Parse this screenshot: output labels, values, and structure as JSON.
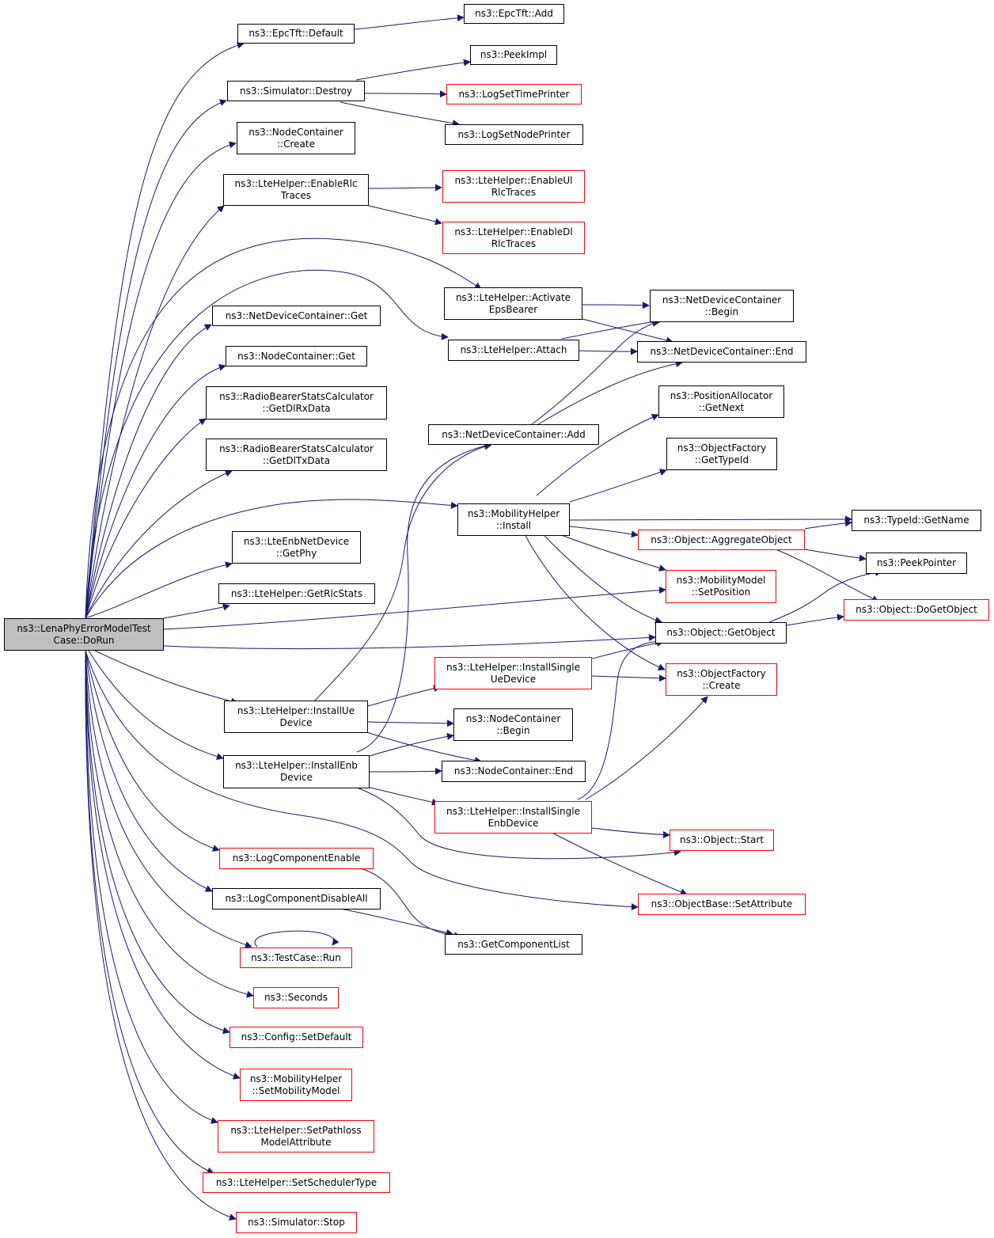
{
  "colors": {
    "edge": "#191970",
    "node_border": "#000000",
    "incomplete_border": "#ff0000",
    "root_fill": "#bfbfbf"
  },
  "nodes": {
    "root": {
      "lines": [
        "ns3::LenaPhyErrorModelTest",
        "Case::DoRun"
      ]
    },
    "epctft_default": {
      "lines": [
        "ns3::EpcTft::Default"
      ]
    },
    "epctft_add": {
      "lines": [
        "ns3::EpcTft::Add"
      ]
    },
    "simulator_destroy": {
      "lines": [
        "ns3::Simulator::Destroy"
      ]
    },
    "peekimpl": {
      "lines": [
        "ns3::PeekImpl"
      ]
    },
    "logsettimeprinter": {
      "lines": [
        "ns3::LogSetTimePrinter"
      ]
    },
    "logsetnodeprinter": {
      "lines": [
        "ns3::LogSetNodePrinter"
      ]
    },
    "nodecontainer_create": {
      "lines": [
        "ns3::NodeContainer",
        "::Create"
      ]
    },
    "ltehelper_enablerlctraces": {
      "lines": [
        "ns3::LteHelper::EnableRlc",
        "Traces"
      ]
    },
    "ltehelper_enableulrlctraces": {
      "lines": [
        "ns3::LteHelper::EnableUl",
        "RlcTraces"
      ]
    },
    "ltehelper_enabledlrlctraces": {
      "lines": [
        "ns3::LteHelper::EnableDl",
        "RlcTraces"
      ]
    },
    "ltehelper_activateepsbearer": {
      "lines": [
        "ns3::LteHelper::Activate",
        "EpsBearer"
      ]
    },
    "netdevicecontainer_begin": {
      "lines": [
        "ns3::NetDeviceContainer",
        "::Begin"
      ]
    },
    "netdevicecontainer_get": {
      "lines": [
        "ns3::NetDeviceContainer::Get"
      ]
    },
    "ltehelper_attach": {
      "lines": [
        "ns3::LteHelper::Attach"
      ]
    },
    "netdevicecontainer_end": {
      "lines": [
        "ns3::NetDeviceContainer::End"
      ]
    },
    "nodecontainer_get": {
      "lines": [
        "ns3::NodeContainer::Get"
      ]
    },
    "radiobearer_getdlrxdata": {
      "lines": [
        "ns3::RadioBearerStatsCalculator",
        "::GetDlRxData"
      ]
    },
    "positionallocator_getnext": {
      "lines": [
        "ns3::PositionAllocator",
        "::GetNext"
      ]
    },
    "netdevicecontainer_add": {
      "lines": [
        "ns3::NetDeviceContainer::Add"
      ]
    },
    "radiobearer_getdltxdata": {
      "lines": [
        "ns3::RadioBearerStatsCalculator",
        "::GetDlTxData"
      ]
    },
    "objectfactory_gettypeid": {
      "lines": [
        "ns3::ObjectFactory",
        "::GetTypeId"
      ]
    },
    "mobilityhelper_install": {
      "lines": [
        "ns3::MobilityHelper",
        "::Install"
      ]
    },
    "typeid_getname": {
      "lines": [
        "ns3::TypeId::GetName"
      ]
    },
    "object_aggregateobject": {
      "lines": [
        "ns3::Object::AggregateObject"
      ]
    },
    "lteenbnetdevice_getphy": {
      "lines": [
        "ns3::LteEnbNetDevice",
        "::GetPhy"
      ]
    },
    "peekpointer": {
      "lines": [
        "ns3::PeekPointer"
      ]
    },
    "mobilitymodel_setposition": {
      "lines": [
        "ns3::MobilityModel",
        "::SetPosition"
      ]
    },
    "ltehelper_getrlcstats": {
      "lines": [
        "ns3::LteHelper::GetRlcStats"
      ]
    },
    "object_dogetobject": {
      "lines": [
        "ns3::Object::DoGetObject"
      ]
    },
    "object_getobject": {
      "lines": [
        "ns3::Object::GetObject"
      ]
    },
    "ltehelper_installsingleuedevice": {
      "lines": [
        "ns3::LteHelper::InstallSingle",
        "UeDevice"
      ]
    },
    "objectfactory_create": {
      "lines": [
        "ns3::ObjectFactory",
        "::Create"
      ]
    },
    "ltehelper_installuedevice": {
      "lines": [
        "ns3::LteHelper::InstallUe",
        "Device"
      ]
    },
    "nodecontainer_begin": {
      "lines": [
        "ns3::NodeContainer",
        "::Begin"
      ]
    },
    "ltehelper_installenbdevice": {
      "lines": [
        "ns3::LteHelper::InstallEnb",
        "Device"
      ]
    },
    "nodecontainer_end": {
      "lines": [
        "ns3::NodeContainer::End"
      ]
    },
    "ltehelper_installsingleenbdevice": {
      "lines": [
        "ns3::LteHelper::InstallSingle",
        "EnbDevice"
      ]
    },
    "object_start": {
      "lines": [
        "ns3::Object::Start"
      ]
    },
    "logcomponentenable": {
      "lines": [
        "ns3::LogComponentEnable"
      ]
    },
    "logcomponentdisableall": {
      "lines": [
        "ns3::LogComponentDisableAll"
      ]
    },
    "objectbase_setattribute": {
      "lines": [
        "ns3::ObjectBase::SetAttribute"
      ]
    },
    "getcomponentlist": {
      "lines": [
        "ns3::GetComponentList"
      ]
    },
    "testcase_run": {
      "lines": [
        "ns3::TestCase::Run"
      ]
    },
    "seconds": {
      "lines": [
        "ns3::Seconds"
      ]
    },
    "config_setdefault": {
      "lines": [
        "ns3::Config::SetDefault"
      ]
    },
    "mobilityhelper_setmobilitymodel": {
      "lines": [
        "ns3::MobilityHelper",
        "::SetMobilityModel"
      ]
    },
    "ltehelper_setpathlossmodelattribute": {
      "lines": [
        "ns3::LteHelper::SetPathloss",
        "ModelAttribute"
      ]
    },
    "ltehelper_setschedulertype": {
      "lines": [
        "ns3::LteHelper::SetSchedulerType"
      ]
    },
    "simulator_stop": {
      "lines": [
        "ns3::Simulator::Stop"
      ]
    }
  }
}
